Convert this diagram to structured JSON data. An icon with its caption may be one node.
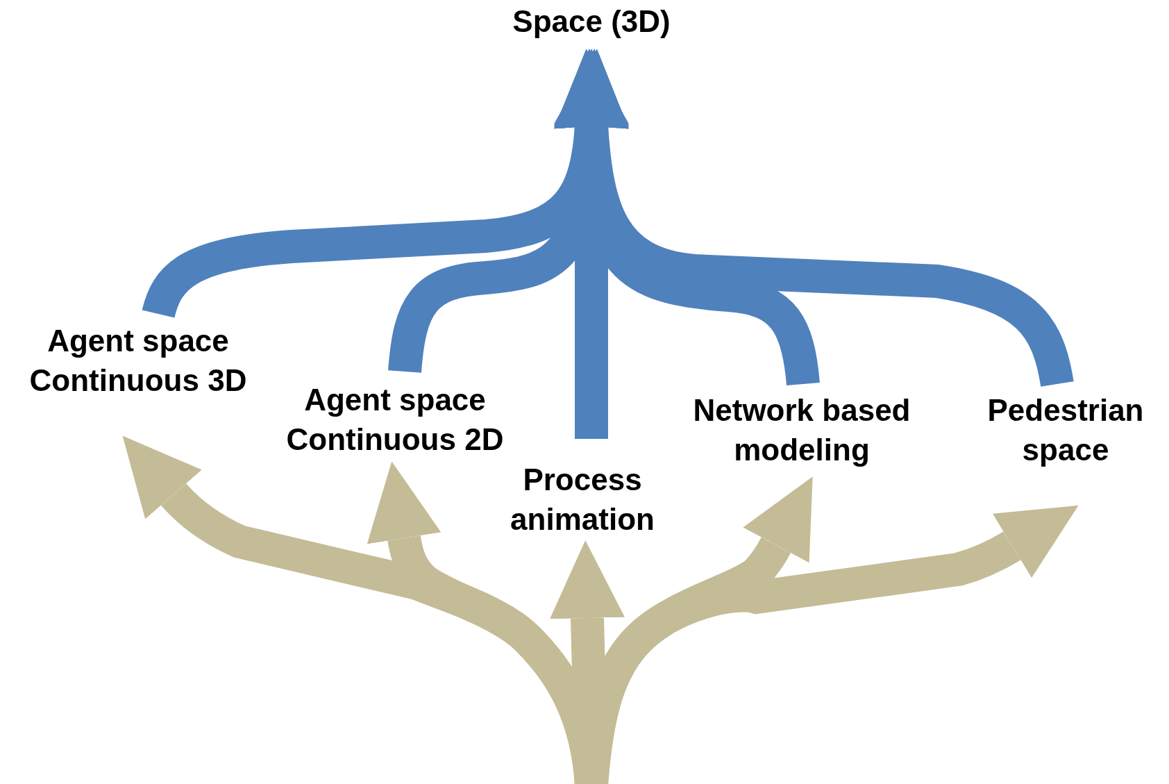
{
  "diagram": {
    "nodes": [
      {
        "text": [
          "Space (3D)"
        ]
      },
      {
        "text": [
          "Agent space Continuous 3D"
        ]
      },
      {
        "text": [
          "Agent space Continuous 2D"
        ]
      },
      {
        "text": [
          "Process animation"
        ]
      },
      {
        "text": [
          "Network based modeling"
        ]
      },
      {
        "text": [
          "Pedestrian space"
        ]
      }
    ],
    "edges": [
      {
        "from": 1,
        "to": 0,
        "arrow": "to",
        "color": "#4f81bd"
      },
      {
        "from": 2,
        "to": 0,
        "arrow": "to",
        "color": "#4f81bd"
      },
      {
        "from": 3,
        "to": 0,
        "arrow": "to",
        "color": "#4f81bd"
      },
      {
        "from": 4,
        "to": 0,
        "arrow": "to",
        "color": "#4f81bd"
      },
      {
        "from": 5,
        "to": 0,
        "arrow": "to",
        "color": "#4f81bd"
      },
      {
        "from": null,
        "to": 1,
        "arrow": "to",
        "color": "#c4bc96"
      },
      {
        "from": null,
        "to": 2,
        "arrow": "to",
        "color": "#c4bc96"
      },
      {
        "from": null,
        "to": 3,
        "arrow": "to",
        "color": "#c4bc96"
      },
      {
        "from": null,
        "to": 4,
        "arrow": "to",
        "color": "#c4bc96"
      },
      {
        "from": null,
        "to": 5,
        "arrow": "to",
        "color": "#c4bc96"
      }
    ]
  }
}
